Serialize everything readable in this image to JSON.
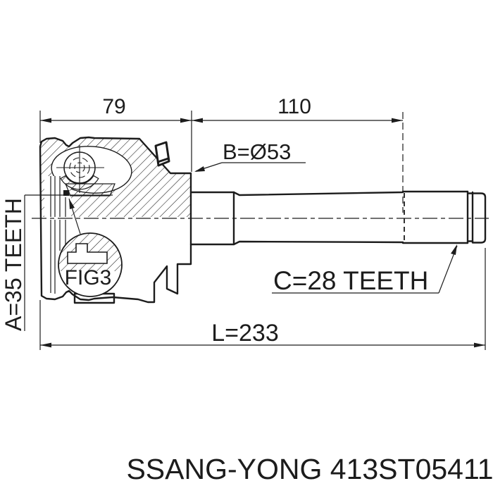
{
  "diagram": {
    "title_hint": "CV joint technical drawing",
    "labels": {
      "dim_outer_joint_width": "79",
      "dim_shaft_length": "110",
      "dim_body_diameter": "B=Ø53",
      "dim_inner_teeth": "A=35 TEETH",
      "dim_outer_teeth": "C=28 TEETH",
      "dim_total_length": "L=233",
      "figure_callout": "FIG3"
    },
    "colors": {
      "line": "#1c1c1c",
      "background": "#ffffff"
    }
  },
  "footer": {
    "caption": "SSANG-YONG 413ST05411"
  }
}
